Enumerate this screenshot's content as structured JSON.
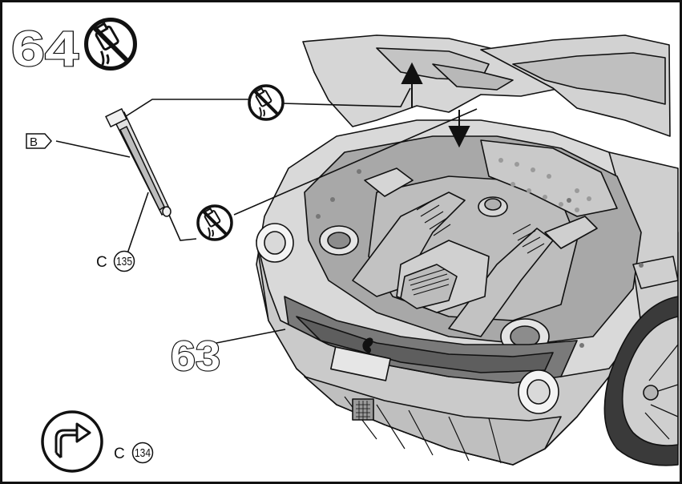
{
  "step": {
    "current": "64",
    "previous": "63"
  },
  "flag_label": "B",
  "parts": [
    {
      "prefix": "C",
      "number": "135"
    },
    {
      "prefix": "C",
      "number": "134"
    }
  ],
  "icons": {
    "no_glue": "no-glue-icon",
    "rotate": "rotate-icon",
    "logo": "prancing-horse-logo"
  },
  "colors": {
    "line": "#111111",
    "body": "#d9d9d9",
    "shade": "#a9a9a9",
    "dark": "#6e6e6e"
  }
}
